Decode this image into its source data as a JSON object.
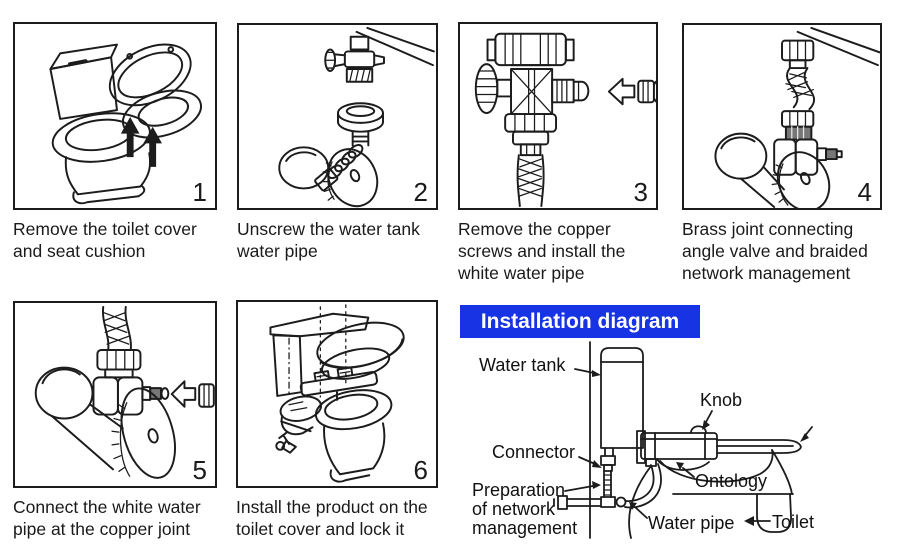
{
  "colors": {
    "background": "#ffffff",
    "ink": "#1c1c1c",
    "banner_bg": "#1733e3",
    "banner_text": "#ffffff"
  },
  "steps": [
    {
      "number": "1",
      "caption": "Remove the toilet cover\nand seat cushion"
    },
    {
      "number": "2",
      "caption": "Unscrew the water tank\nwater pipe"
    },
    {
      "number": "3",
      "caption": "Remove the copper\nscrews and install the\nwhite water pipe"
    },
    {
      "number": "4",
      "caption": "Brass joint connecting\nangle valve and braided\nnetwork management"
    },
    {
      "number": "5",
      "caption": "Connect the white water\npipe at the copper joint"
    },
    {
      "number": "6",
      "caption": "Install the product on the\ntoilet cover and lock it"
    }
  ],
  "installation": {
    "title": "Installation diagram",
    "labels": {
      "water_tank": "Water tank",
      "knob": "Knob",
      "connector": "Connector",
      "preparation": "Preparation\nof network\nmanagement",
      "ontology": "Ontology",
      "water_pipe": "Water pipe",
      "toilet": "Toilet"
    }
  }
}
